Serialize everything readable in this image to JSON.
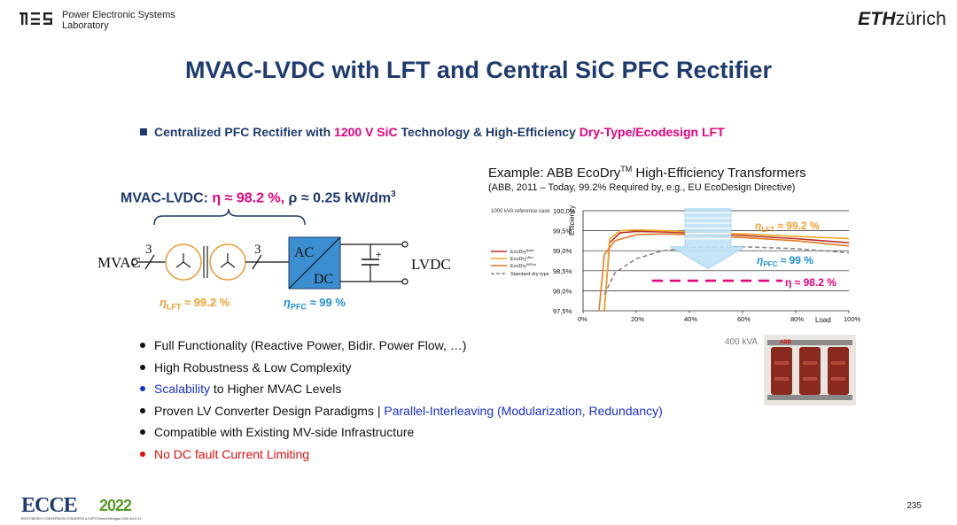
{
  "header": {
    "lab_line1": "Power Electronic Systems",
    "lab_line2": "Laboratory",
    "eth_bold": "ETH",
    "eth_rest": "zürich"
  },
  "title": "MVAC-LVDC with LFT and Central SiC PFC Rectifier",
  "subtitle": {
    "part1": "Centralized PFC Rectifier with ",
    "part2": "1200 V SiC",
    "part3": " Technology & High-Efficiency ",
    "part4": "Dry-Type/Ecodesign LFT"
  },
  "schematic": {
    "header_prefix": "MVAC-LVDC: ",
    "header_eta": "η ≈ 98.2 %,",
    "header_rho": " ρ ≈ 0.25 kW/dm",
    "header_exp": "3",
    "mvac": "MVAC",
    "lvdc": "LVDC",
    "phases_left": "3",
    "phases_right": "3",
    "ac": "AC",
    "dc": "DC",
    "plus": "+",
    "eta_lft": "η",
    "eta_lft_sub": "LFT",
    "eta_lft_val": " ≈ 99.2 %",
    "eta_pfc": "η",
    "eta_pfc_sub": "PFC",
    "eta_pfc_val": " ≈ 99 %"
  },
  "example": {
    "title_prefix": "Example: ABB EcoDry",
    "title_sup": "TM",
    "title_suffix": " High-Efficiency Transformers",
    "subtitle": "(ABB, 2011 – Today, 99.2% Required by, e.g., EU EcoDesign Directive)",
    "photo_label": "400 kVA",
    "photo_brand": "ABB"
  },
  "chart_data": {
    "type": "line",
    "note": "1000 kVA reference case",
    "ylabel": "Efficiency",
    "xlabel": "Load",
    "x_ticks": [
      "0%",
      "20%",
      "40%",
      "60%",
      "80%",
      "100%"
    ],
    "y_ticks": [
      "100,0%",
      "99,5%",
      "99,0%",
      "98,5%",
      "98,0%",
      "97,5%"
    ],
    "ylim": [
      97.5,
      100.0
    ],
    "xlim": [
      0,
      100
    ],
    "series": [
      {
        "name": "EcoDry",
        "sup": "Basic",
        "color": "#b8332c",
        "x": [
          8,
          10,
          14,
          20,
          30,
          40,
          60,
          80,
          100
        ],
        "y": [
          97.5,
          99.2,
          99.45,
          99.48,
          99.47,
          99.44,
          99.38,
          99.3,
          99.2
        ]
      },
      {
        "name": "EcoDry",
        "sup": "Ultra",
        "color": "#f5a623",
        "x": [
          8,
          10,
          14,
          20,
          30,
          40,
          60,
          80,
          100
        ],
        "y": [
          97.5,
          99.3,
          99.5,
          99.52,
          99.5,
          99.47,
          99.42,
          99.36,
          99.3
        ]
      },
      {
        "name": "EcoDry",
        "sup": "99Plus",
        "color": "#e87a20",
        "x": [
          6,
          8,
          12,
          20,
          30,
          40,
          60,
          80,
          100
        ],
        "y": [
          97.5,
          98.9,
          99.25,
          99.4,
          99.42,
          99.4,
          99.33,
          99.25,
          99.12
        ]
      },
      {
        "name": "Standard dry-type",
        "sup": "",
        "color": "#888888",
        "dashed": true,
        "x": [
          8,
          12,
          20,
          30,
          40,
          60,
          80,
          100
        ],
        "y": [
          97.9,
          98.45,
          98.8,
          99.0,
          99.08,
          99.1,
          99.05,
          98.95
        ]
      }
    ],
    "annotations": {
      "eta_lft": "η",
      "eta_lft_sub": "LFT",
      "eta_lft_val": " ≈ 99.2 %",
      "eta_pfc": "η",
      "eta_pfc_sub": "PFC",
      "eta_pfc_val": " ≈ 99 %",
      "eta_total": "η ≈ 98.2 %",
      "eta_total_level": 98.25
    }
  },
  "bullets": [
    {
      "text": "Full Functionality (Reactive Power, Bidir. Power Flow, …)"
    },
    {
      "text": "High Robustness & Low Complexity"
    },
    {
      "text_blue": "Scalability",
      "text": " to Higher MVAC Levels"
    },
    {
      "text": "Proven LV Converter Design Paradigms | ",
      "text_blue_after": "Parallel-Interleaving (Modularization, Redundancy)"
    },
    {
      "text": "Compatible with Existing MV-side Infrastructure"
    },
    {
      "text_red": "No DC fault Current Limiting"
    }
  ],
  "footer": {
    "page_number": "235",
    "ecce_logo": "ECCE",
    "ecce_year": "2022",
    "ecce_line": "IEEE ENERGY CONVERSION CONGRESS & EXPO  Detroit,Michigan,USA Oct.9-13"
  },
  "colors": {
    "title": "#1f3a6e",
    "magenta": "#e6007e",
    "lft": "#f0a030",
    "pfc": "#1e8fd6",
    "converter": "#3b8fd0",
    "link_blue": "#1a2fd0",
    "red": "#e01010"
  }
}
